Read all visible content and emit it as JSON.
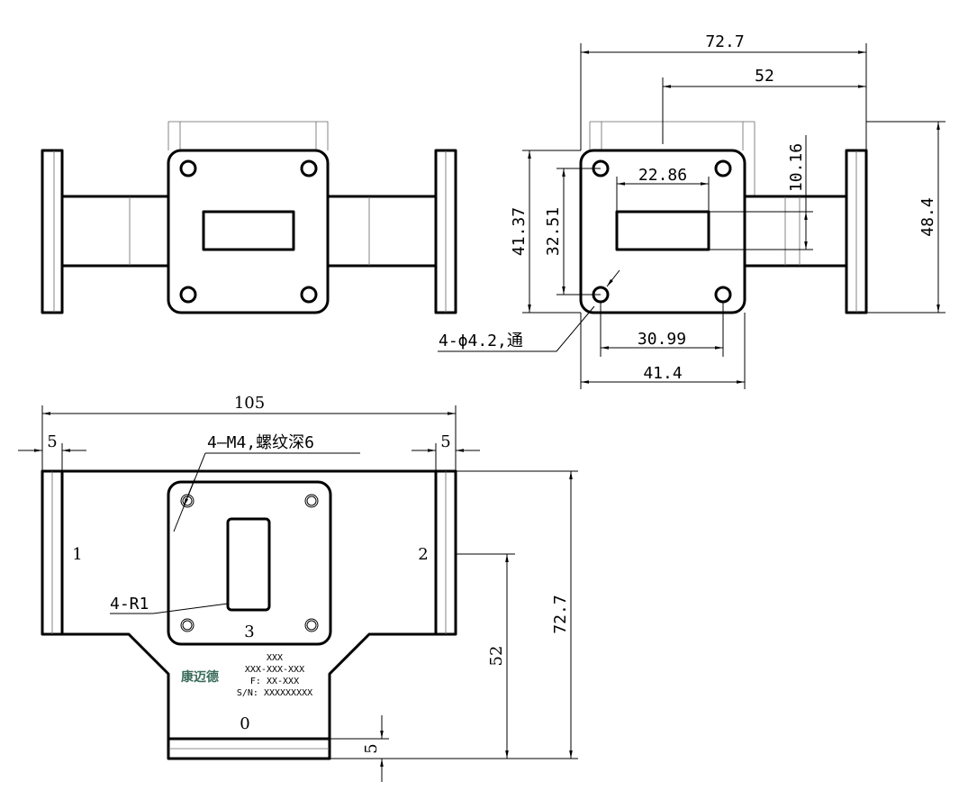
{
  "dimensions": {
    "top_width_total": "72.7",
    "top_width_52": "52",
    "opening_width": "22.86",
    "opening_height": "10.16",
    "flange_height": "41.37",
    "hole_spacing_v": "32.51",
    "height_total": "48.4",
    "hole_callout": "4-ϕ4.2,通",
    "hole_spacing_h": "30.99",
    "flange_width": "41.4",
    "bottom_length": "105",
    "flange_thk_left": "5",
    "flange_thk_right": "5",
    "thread_callout": "4—M4,螺纹深6",
    "corner_radius": "4-R1",
    "side_height_52": "52",
    "side_height_727": "72.7",
    "bottom_flange_thk": "5"
  },
  "ports": {
    "p1": "1",
    "p2": "2",
    "p3": "3",
    "p0": "0"
  },
  "nameplate": {
    "logo": "康迈德",
    "line1": "XXX",
    "line2": "XXX-XXX-XXX",
    "line3": "F: XX-XXX",
    "line4": "S/N: XXXXXXXXX"
  }
}
